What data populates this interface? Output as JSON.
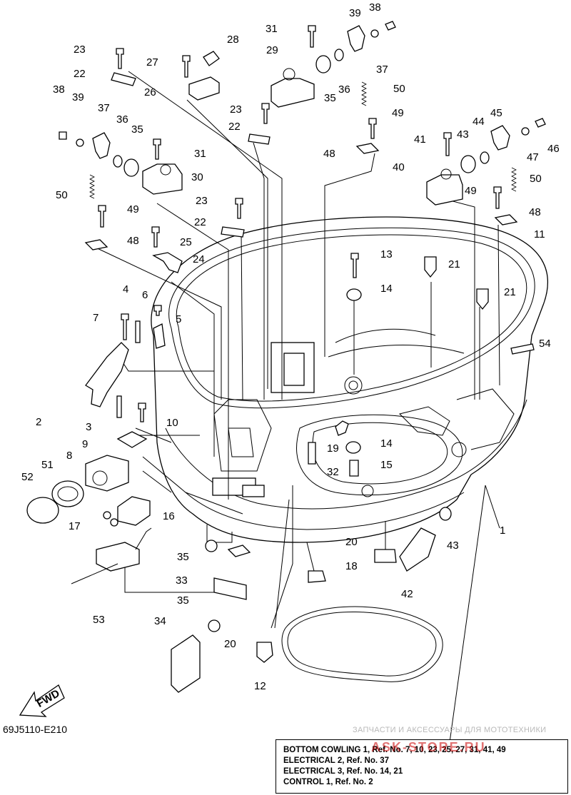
{
  "figure_code": "69J5110-E210",
  "watermark": "ЗАПЧАСТИ И АКСЕССУАРЫ ДЛЯ МОТОТЕХНИКИ",
  "watermark_overlay": "ASK-STORE.RU",
  "direction_arrow": "FWD",
  "part_labels": [
    "1",
    "2",
    "3",
    "4",
    "5",
    "6",
    "7",
    "8",
    "9",
    "10",
    "11",
    "12",
    "13",
    "14",
    "14",
    "15",
    "16",
    "17",
    "18",
    "19",
    "20",
    "20",
    "21",
    "21",
    "22",
    "22",
    "22",
    "23",
    "23",
    "23",
    "24",
    "25",
    "26",
    "27",
    "28",
    "29",
    "30",
    "31",
    "31",
    "32",
    "33",
    "34",
    "35",
    "35",
    "35",
    "35",
    "36",
    "36",
    "37",
    "37",
    "38",
    "38",
    "39",
    "39",
    "40",
    "41",
    "42",
    "43",
    "43",
    "44",
    "45",
    "46",
    "47",
    "48",
    "48",
    "48",
    "49",
    "49",
    "49",
    "50",
    "50",
    "50",
    "51",
    "52",
    "53",
    "54"
  ],
  "reference_notes": [
    "BOTTOM COWLING 1, Ref. No. 7, 10, 23, 25, 27, 31, 41, 49",
    "ELECTRICAL 2, Ref. No. 37",
    "ELECTRICAL 3, Ref. No. 14, 21",
    "CONTROL 1, Ref. No. 2"
  ]
}
